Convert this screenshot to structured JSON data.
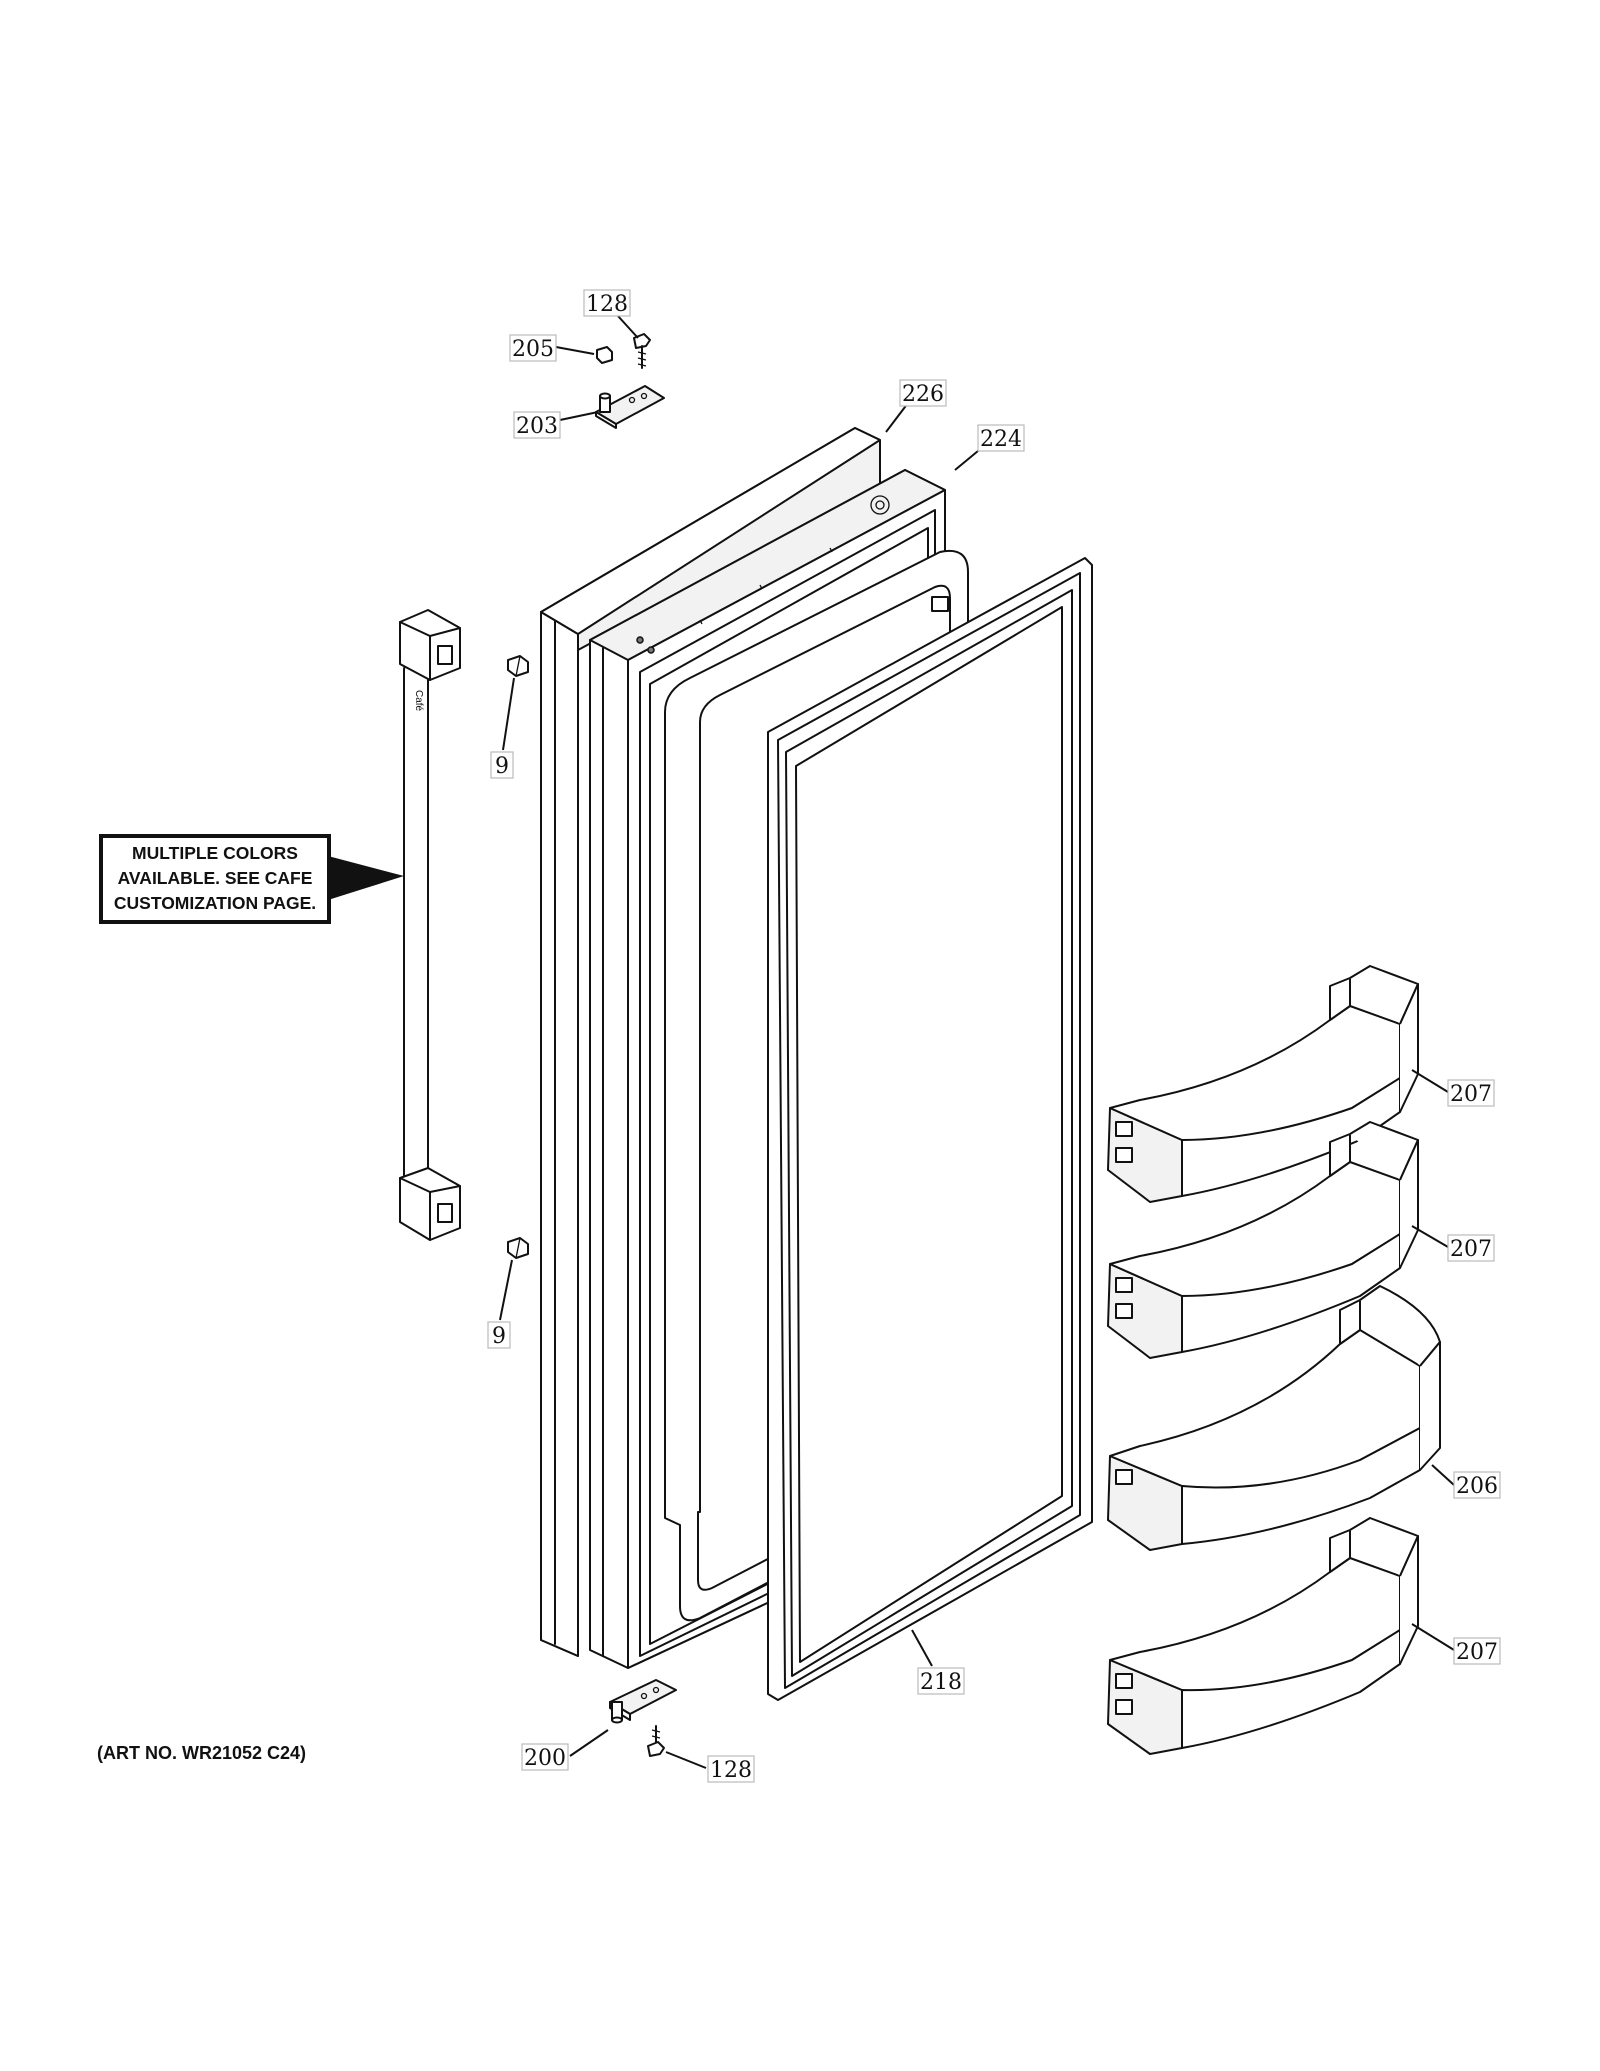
{
  "note": {
    "lines": [
      "MULTIPLE COLORS",
      "AVAILABLE. SEE CAFE",
      "CUSTOMIZATION PAGE."
    ]
  },
  "art_number": "(ART NO. WR21052 C24)",
  "callouts": [
    {
      "id": "c-128-top",
      "label": "128"
    },
    {
      "id": "c-205",
      "label": "205"
    },
    {
      "id": "c-203",
      "label": "203"
    },
    {
      "id": "c-226",
      "label": "226"
    },
    {
      "id": "c-224",
      "label": "224"
    },
    {
      "id": "c-9-top",
      "label": "9"
    },
    {
      "id": "c-9-bottom",
      "label": "9"
    },
    {
      "id": "c-207-a",
      "label": "207"
    },
    {
      "id": "c-207-b",
      "label": "207"
    },
    {
      "id": "c-206",
      "label": "206"
    },
    {
      "id": "c-207-c",
      "label": "207"
    },
    {
      "id": "c-218",
      "label": "218"
    },
    {
      "id": "c-200",
      "label": "200"
    },
    {
      "id": "c-128-bottom",
      "label": "128"
    }
  ],
  "handle_logo": "Café"
}
